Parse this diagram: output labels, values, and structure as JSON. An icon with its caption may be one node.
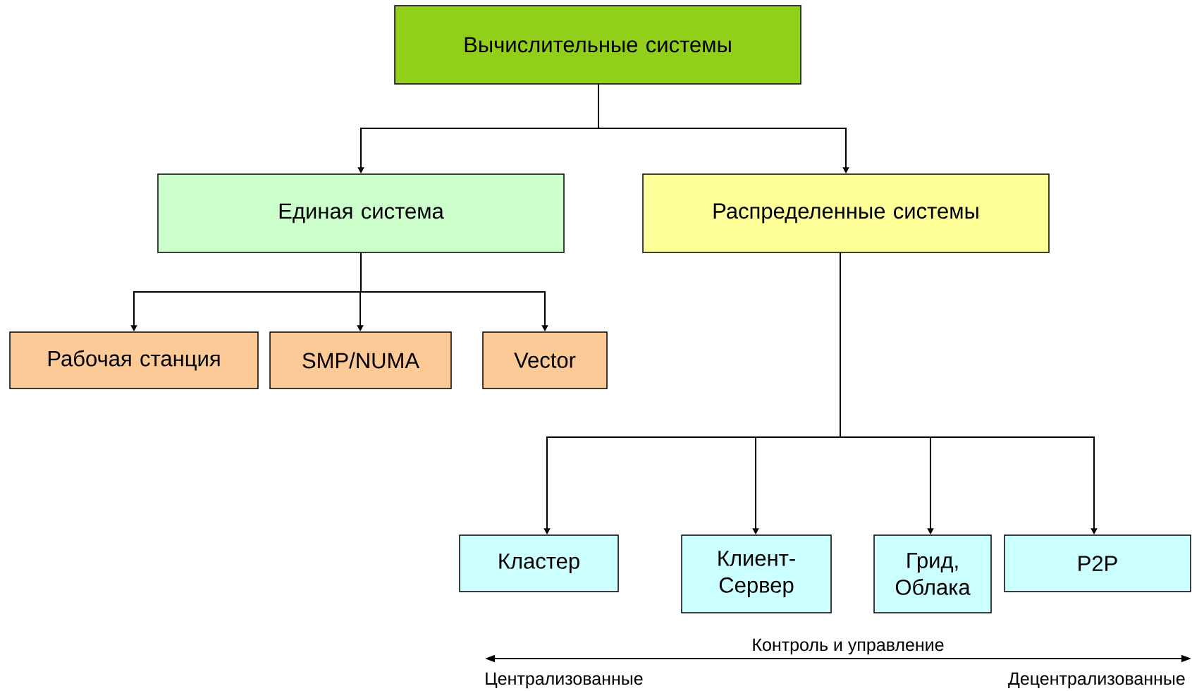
{
  "diagram": {
    "nodes": [
      {
        "text": [
          "Вычислительные системы"
        ]
      },
      {
        "text": [
          "Единая система"
        ]
      },
      {
        "text": [
          "Распределенные системы"
        ]
      },
      {
        "text": [
          "Рабочая станция"
        ]
      },
      {
        "text": [
          "SMP/NUMA"
        ]
      },
      {
        "text": [
          "Vector"
        ]
      },
      {
        "text": [
          "Кластер"
        ]
      },
      {
        "text": [
          "Клиент-Сервер"
        ]
      },
      {
        "text": [
          "Грид, Облака"
        ]
      },
      {
        "text": [
          "P2P"
        ]
      }
    ],
    "edges": [
      {
        "from": 0,
        "to": 1,
        "arrow": "to"
      },
      {
        "from": 0,
        "to": 2,
        "arrow": "to"
      },
      {
        "from": 1,
        "to": 3,
        "arrow": "to"
      },
      {
        "from": 1,
        "to": 4,
        "arrow": "to"
      },
      {
        "from": 1,
        "to": 5,
        "arrow": "to"
      },
      {
        "from": 2,
        "to": 6,
        "arrow": "to"
      },
      {
        "from": 2,
        "to": 7,
        "arrow": "to"
      },
      {
        "from": 2,
        "to": 8,
        "arrow": "to"
      },
      {
        "from": 2,
        "to": 9,
        "arrow": "to"
      }
    ],
    "labels": [
      "Контроль и управление",
      "Централизованные",
      "Децентрализованные"
    ]
  }
}
